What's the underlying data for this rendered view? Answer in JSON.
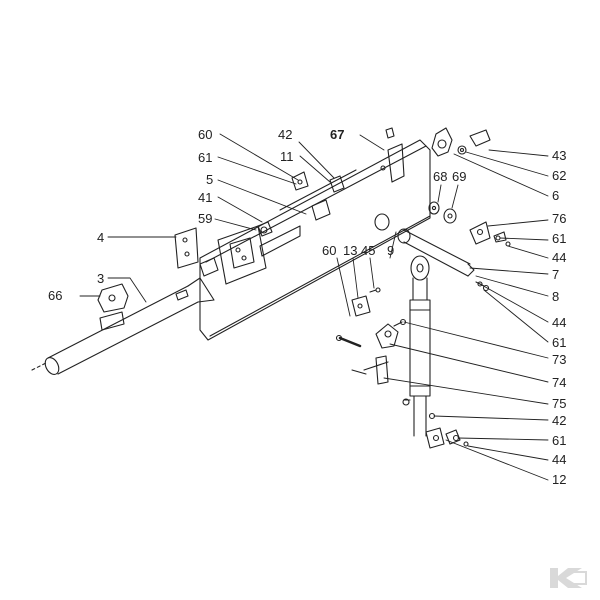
{
  "part_numbers": {
    "p60a": "60",
    "p61a": "61",
    "p5": "5",
    "p41": "41",
    "p59": "59",
    "p42a": "42",
    "p11": "11",
    "p67": "67",
    "p4": "4",
    "p3": "3",
    "p66": "66",
    "p60b": "60",
    "p13": "13",
    "p45": "45",
    "p9": "9",
    "p68": "68",
    "p69": "69",
    "p43": "43",
    "p62": "62",
    "p6": "6",
    "p76": "76",
    "p61b": "61",
    "p44a": "44",
    "p7": "7",
    "p8": "8",
    "p44b": "44",
    "p61c": "61",
    "p73": "73",
    "p74": "74",
    "p75": "75",
    "p42b": "42",
    "p61d": "61",
    "p44c": "44",
    "p12": "12"
  },
  "logo": {
    "text": "K",
    "color": "#d7d7d7"
  },
  "colors": {
    "line": "#222222",
    "logo": "#d9d9d9"
  }
}
